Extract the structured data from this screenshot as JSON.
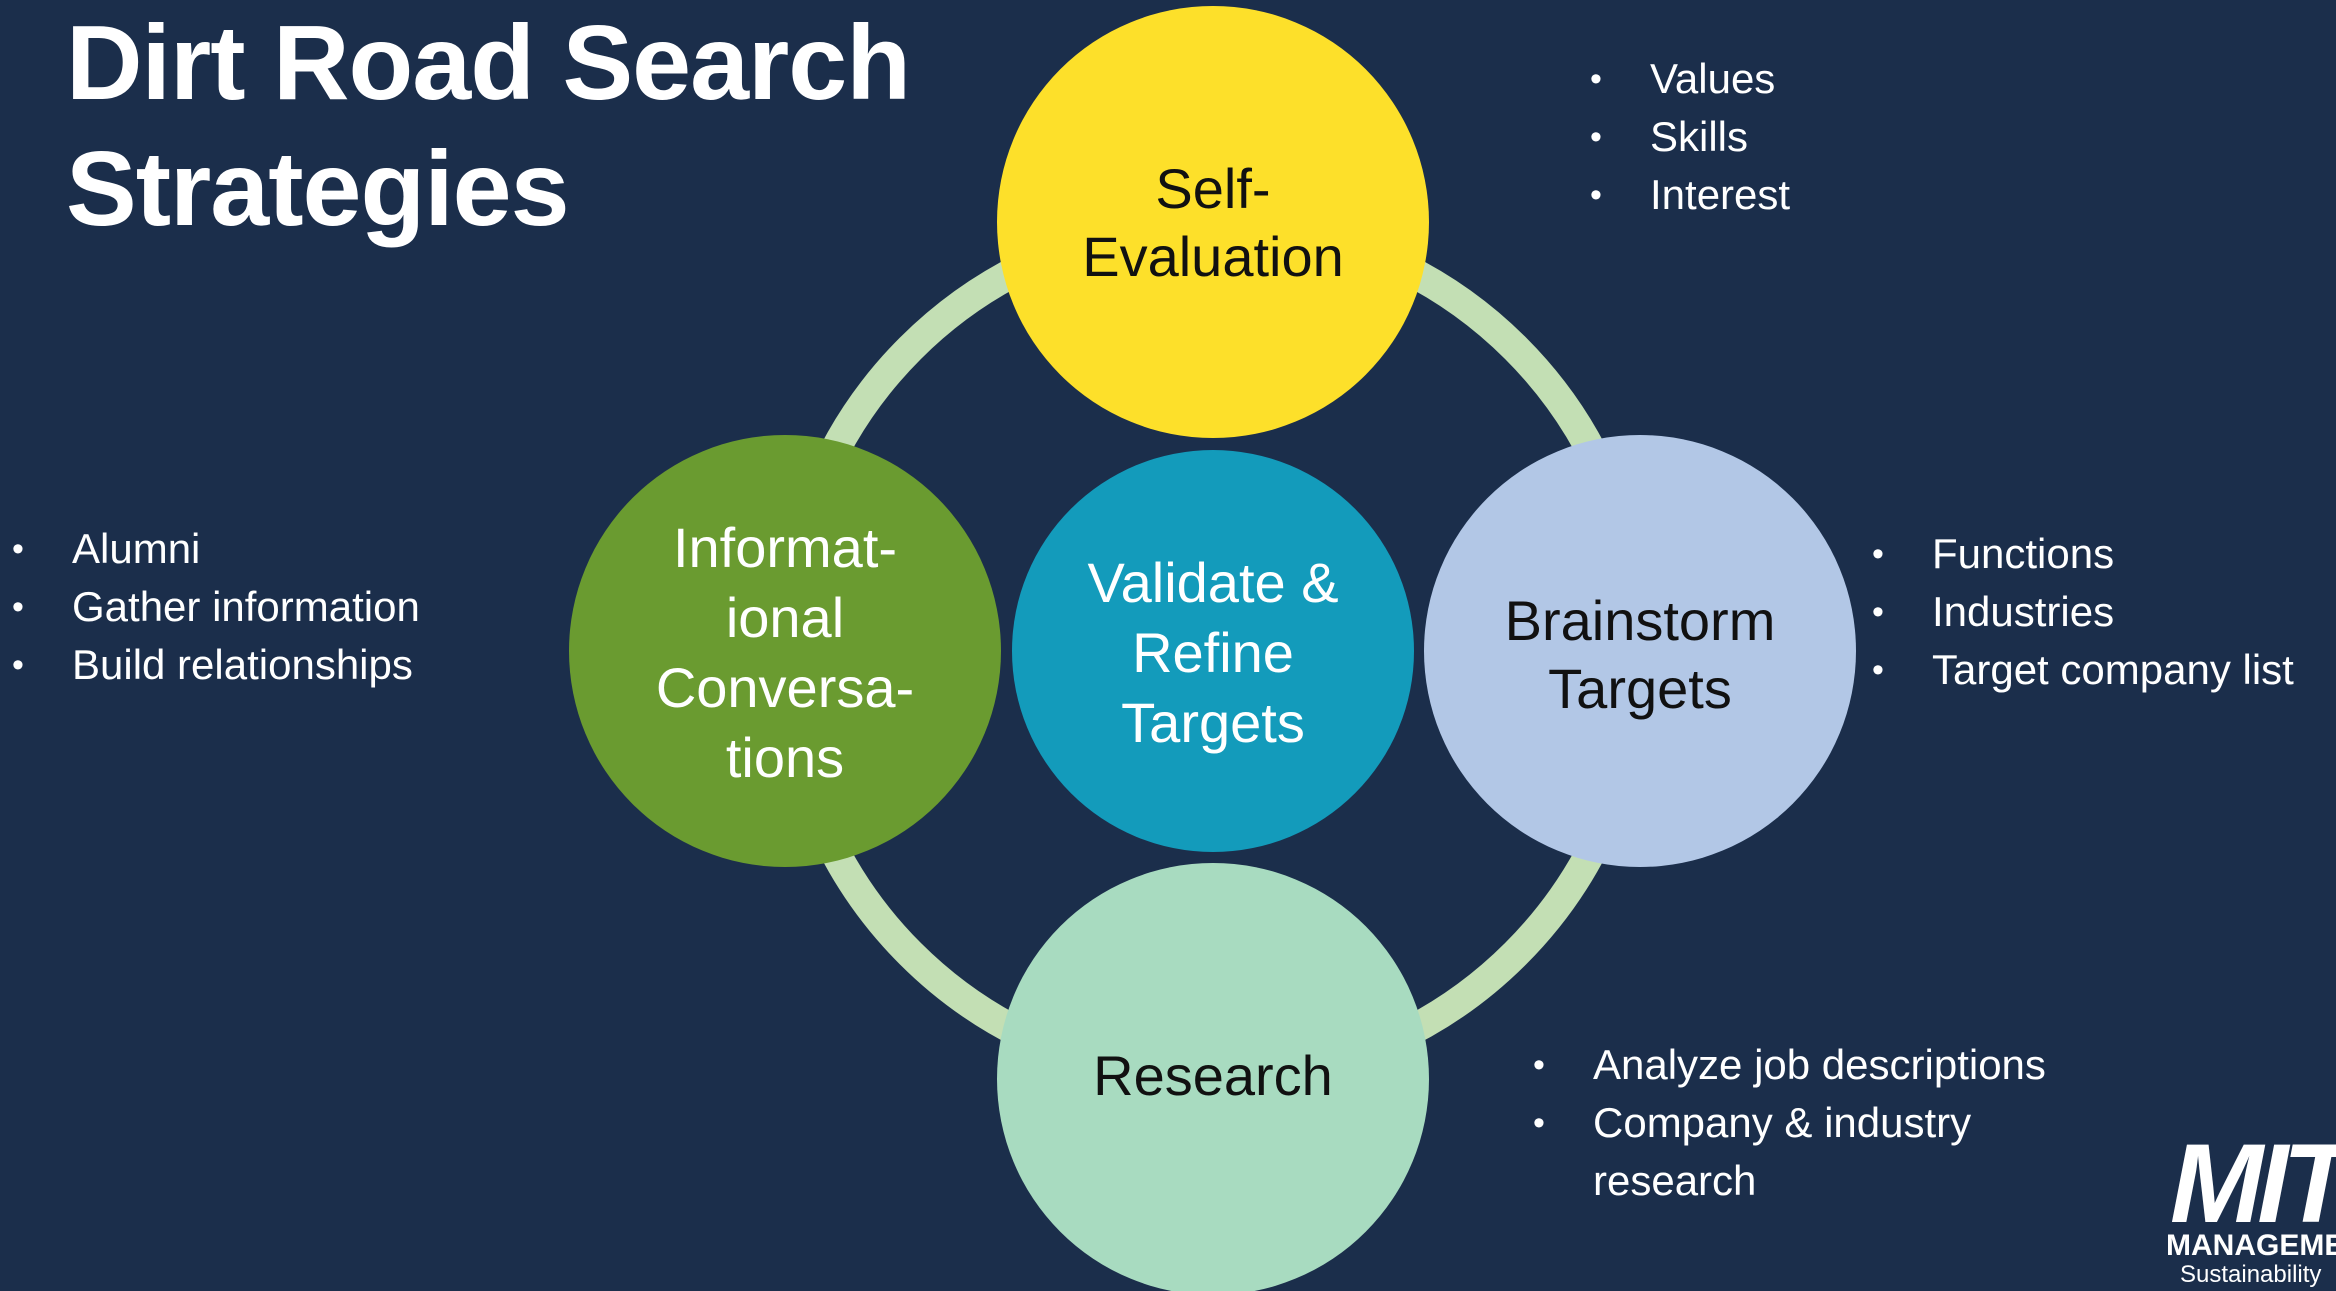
{
  "slide": {
    "title_line1": "Dirt Road Search",
    "title_line2": "Strategies",
    "background": "#1b2e4b"
  },
  "ring": {
    "color": "#c3dfb4"
  },
  "nodes": {
    "self_evaluation": {
      "line1": "Self-",
      "line2": "Evaluation",
      "color": "#fde02a",
      "text_color": "#111111"
    },
    "brainstorm": {
      "line1": "Brainstorm",
      "line2": "Targets",
      "color": "#b2c7e6",
      "text_color": "#111111"
    },
    "research": {
      "line1": "Research",
      "color": "#a8dbc0",
      "text_color": "#111111"
    },
    "informational": {
      "line1": "Informat-",
      "line2": "ional",
      "line3": "Conversa-",
      "line4": "tions",
      "color": "#6a9b30",
      "text_color": "#ffffff"
    },
    "center": {
      "line1": "Validate &",
      "line2": "Refine",
      "line3": "Targets",
      "color": "#139bbb",
      "text_color": "#ffffff"
    }
  },
  "bullets": {
    "self_evaluation": [
      "Values",
      "Skills",
      "Interest"
    ],
    "brainstorm": [
      "Functions",
      "Industries",
      "Target company list"
    ],
    "informational": [
      "Alumni",
      "Gather information",
      "Build relationships"
    ],
    "research": {
      "item1": "Analyze job descriptions",
      "item2_line1": "Company & industry",
      "item2_line2": "research"
    }
  },
  "logo": {
    "mark": "MIT",
    "line1": "MANAGEMENT",
    "line2": "Sustainability"
  }
}
